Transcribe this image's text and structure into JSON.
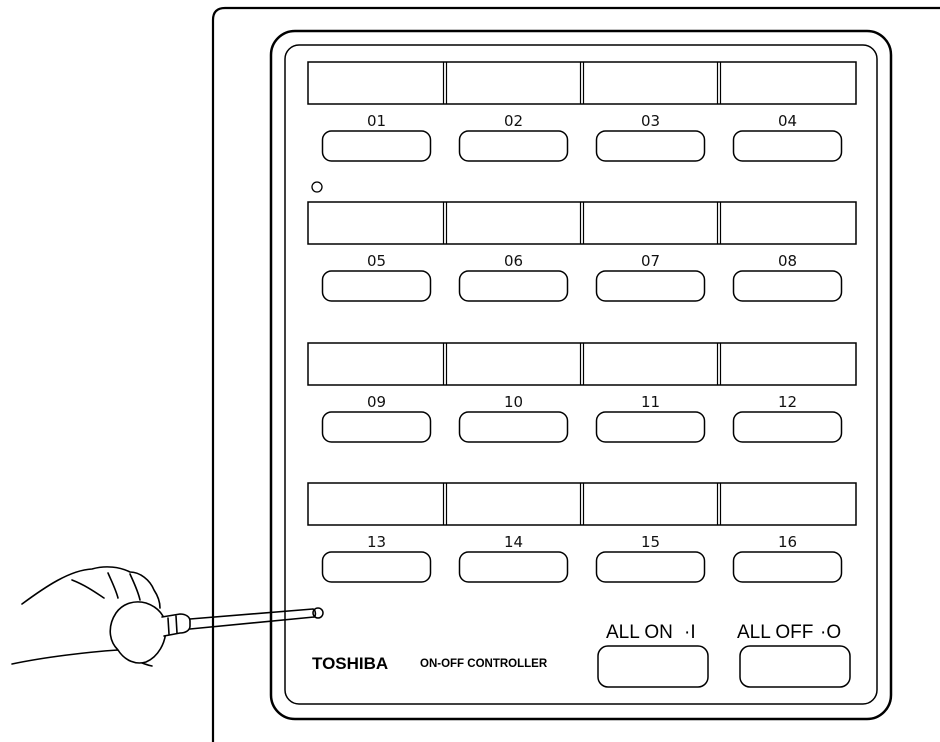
{
  "controller": {
    "brand": "TOSHIBA",
    "product_name": "ON-OFF CONTROLLER",
    "zones": [
      {
        "label": "01"
      },
      {
        "label": "02"
      },
      {
        "label": "03"
      },
      {
        "label": "04"
      },
      {
        "label": "05"
      },
      {
        "label": "06"
      },
      {
        "label": "07"
      },
      {
        "label": "08"
      },
      {
        "label": "09"
      },
      {
        "label": "10"
      },
      {
        "label": "11"
      },
      {
        "label": "12"
      },
      {
        "label": "13"
      },
      {
        "label": "14"
      },
      {
        "label": "15"
      },
      {
        "label": "16"
      }
    ],
    "all_on_label": "ALL ON",
    "all_on_symbol": "·I",
    "all_off_label": "ALL OFF",
    "all_off_symbol": "·O"
  },
  "illustration": {
    "hand_icon": "hand-holding-screwdriver-icon",
    "screwdriver_icon": "screwdriver-icon"
  }
}
